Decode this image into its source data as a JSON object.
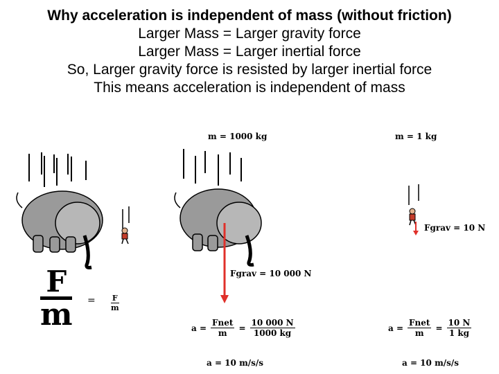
{
  "heading": {
    "line1": "Why acceleration is independent of mass (without friction)",
    "line2": "Larger Mass = Larger gravity force",
    "line3": "Larger Mass = Larger inertial force",
    "line4": "So, Larger gravity force is resisted by larger inertial force",
    "line5": "This means acceleration is independent of mass"
  },
  "left_panel": {
    "big_numerator": "F",
    "big_denominator": "m",
    "equals": "=",
    "small_numerator": "F",
    "small_denominator": "m"
  },
  "elephant_case": {
    "mass_label": "m = 1000 kg",
    "force_label": "Fgrav = 10 000 N",
    "eq_a": "a =",
    "eq_num": "Fnet",
    "eq_den": "m",
    "eq_equals": "=",
    "eq_num2": "10 000 N",
    "eq_den2": "1000 kg",
    "result": "a = 10 m/s/s"
  },
  "person_case": {
    "mass_label": "m = 1 kg",
    "force_label": "Fgrav = 10 N",
    "eq_a": "a =",
    "eq_num": "Fnet",
    "eq_den": "m",
    "eq_equals": "=",
    "eq_num2": "10 N",
    "eq_den2": "1 kg",
    "result": "a = 10 m/s/s"
  },
  "colors": {
    "force_arrow": "#e0302a",
    "elephant": "#9a9a9a",
    "person_shirt": "#c43c2a"
  }
}
